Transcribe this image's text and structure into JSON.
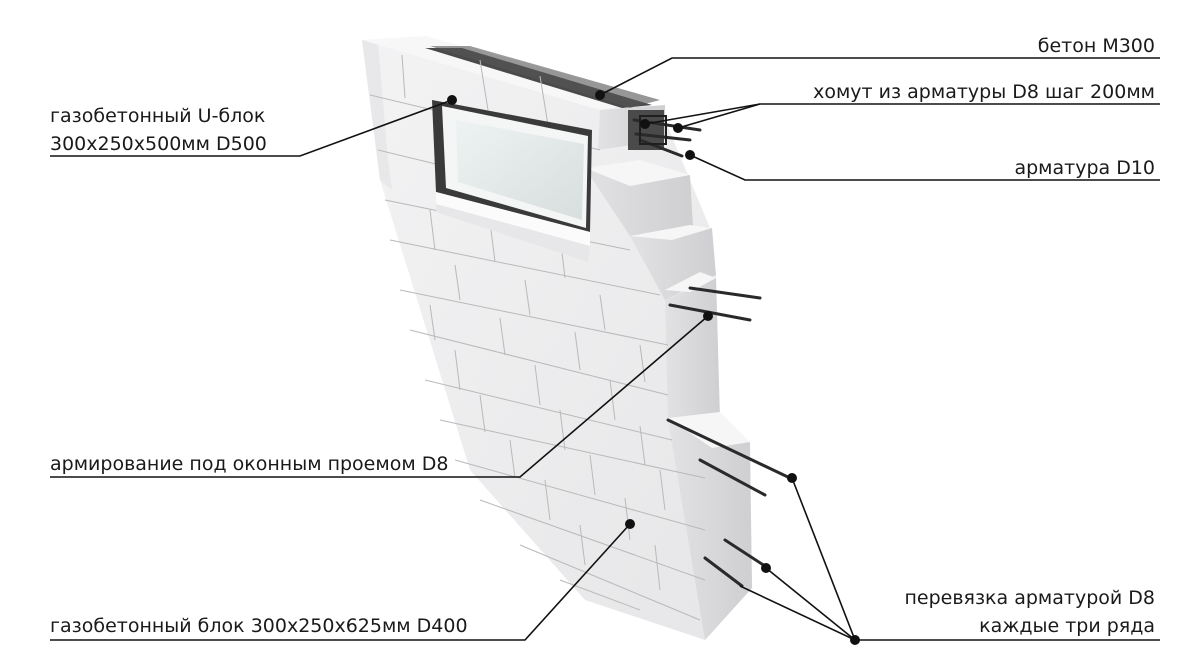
{
  "labels": {
    "concrete": "бетон М300",
    "stirrup": "хомут из арматуры D8 шаг 200мм",
    "rebar_d10": "арматура  D10",
    "u_block_line1": "газобетонный U-блок",
    "u_block_line2": "300х250х500мм D500",
    "window_reinforcement": "армирование под оконным проемом D8",
    "block": "газобетонный блок 300х250х625мм D400",
    "bonding_line1": "перевязка арматурой D8",
    "bonding_line2": "каждые три ряда"
  },
  "colors": {
    "block_face": "#f1f1f2",
    "block_side": "#dcdcde",
    "block_top": "#f7f7f8",
    "concrete": "#4a4a4a",
    "glass": "#e6ecec",
    "leader": "#111111"
  }
}
